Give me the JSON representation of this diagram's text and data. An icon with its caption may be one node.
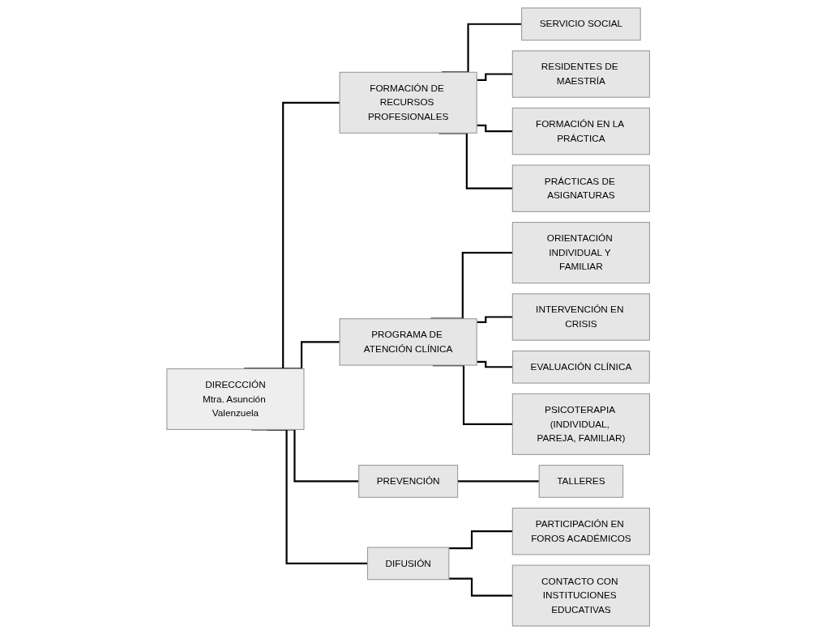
{
  "diagram": {
    "nodes": [
      {
        "text": [
          "DIRECCCIÓN",
          "Mtra. Asunción Valenzuela"
        ]
      },
      {
        "text": [
          "FORMACIÓN DE RECURSOS PROFESIONALES"
        ]
      },
      {
        "text": [
          "PROGRAMA DE ATENCIÓN CLÍNICA"
        ]
      },
      {
        "text": [
          "PREVENCIÓN"
        ]
      },
      {
        "text": [
          "DIFUSIÓN"
        ]
      },
      {
        "text": [
          "SERVICIO SOCIAL"
        ]
      },
      {
        "text": [
          "RESIDENTES DE MAESTRÍA"
        ]
      },
      {
        "text": [
          "FORMACIÓN EN LA PRÁCTICA"
        ]
      },
      {
        "text": [
          "PRÁCTICAS DE ASIGNATURAS"
        ]
      },
      {
        "text": [
          "ORIENTACIÓN INDIVIDUAL Y FAMILIAR"
        ]
      },
      {
        "text": [
          "INTERVENCIÓN EN CRISIS"
        ]
      },
      {
        "text": [
          "EVALUACIÓN CLÍNICA"
        ]
      },
      {
        "text": [
          "PSICOTERAPIA (INDIVIDUAL, PAREJA, FAMILIAR)"
        ]
      },
      {
        "text": [
          "TALLERES"
        ]
      },
      {
        "text": [
          "PARTICIPACIÓN EN FOROS ACADÉMICOS"
        ]
      },
      {
        "text": [
          "CONTACTO CON INSTITUCIONES EDUCATIVAS"
        ]
      }
    ],
    "edges": [
      {
        "from": 0,
        "to": 1,
        "arrow": "none"
      },
      {
        "from": 0,
        "to": 2,
        "arrow": "none"
      },
      {
        "from": 0,
        "to": 3,
        "arrow": "none"
      },
      {
        "from": 0,
        "to": 4,
        "arrow": "none"
      },
      {
        "from": 1,
        "to": 5,
        "arrow": "none"
      },
      {
        "from": 1,
        "to": 6,
        "arrow": "none"
      },
      {
        "from": 1,
        "to": 7,
        "arrow": "none"
      },
      {
        "from": 1,
        "to": 8,
        "arrow": "none"
      },
      {
        "from": 2,
        "to": 9,
        "arrow": "none"
      },
      {
        "from": 2,
        "to": 10,
        "arrow": "none"
      },
      {
        "from": 2,
        "to": 11,
        "arrow": "none"
      },
      {
        "from": 2,
        "to": 12,
        "arrow": "none"
      },
      {
        "from": 3,
        "to": 13,
        "arrow": "none"
      },
      {
        "from": 4,
        "to": 14,
        "arrow": "none"
      },
      {
        "from": 4,
        "to": 15,
        "arrow": "none"
      }
    ]
  }
}
